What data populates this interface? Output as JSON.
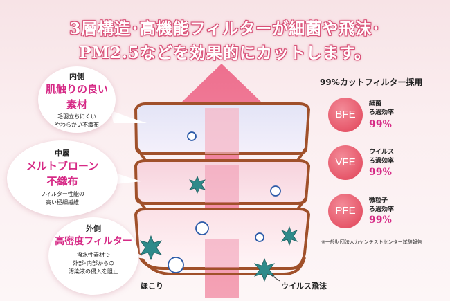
{
  "headline": {
    "line1": "3層構造･高機能フィルターが細菌や飛沫･",
    "line2": "PM2.5などを効果的にカットします。"
  },
  "layers": [
    {
      "position": "内側",
      "title1": "肌触りの良い",
      "title2": "素材",
      "desc1": "毛羽立ちにくい",
      "desc2": "やわらかい不織布"
    },
    {
      "position": "中層",
      "title1": "メルトブローン",
      "title2": "不織布",
      "desc1": "フィルター性能の",
      "desc2": "高い極細繊維"
    },
    {
      "position": "外側",
      "title1": "高密度フィルター",
      "desc1": "撥水性素材で",
      "desc2": "外部･内部からの",
      "desc3": "汚染液の侵入を阻止"
    }
  ],
  "cut_filter": {
    "heading": "99%カットフィルター採用",
    "items": [
      {
        "code": "BFE",
        "line1": "細菌",
        "line2": "ろ過効率",
        "percent": "99%"
      },
      {
        "code": "VFE",
        "line1": "ウイルス",
        "line2": "ろ過効率",
        "percent": "99%"
      },
      {
        "code": "PFE",
        "line1": "微粒子",
        "line2": "ろ過効率",
        "percent": "99%"
      }
    ],
    "note": "※一般財団法人カケンテストセンター試験報告"
  },
  "labels": {
    "dust": "ほこり",
    "virus": "ウイルス飛沫"
  },
  "colors": {
    "accent_pink": "#d62a86",
    "pill_red": "#e6576a",
    "layer_border": "#a0502a",
    "arrow_pink": "#ee7e9a",
    "particle_teal": "#2e8a8a"
  }
}
